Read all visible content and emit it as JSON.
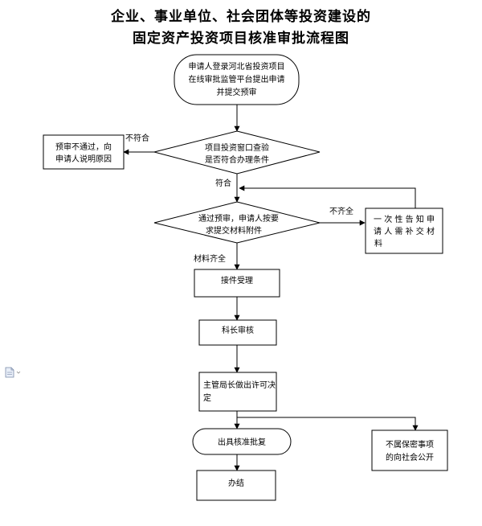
{
  "title": {
    "line1": "企业、事业单位、社会团体等投资建设的",
    "line2": "固定资产投资项目核准审批流程图"
  },
  "nodes": {
    "start": [
      "申请人登录河北省投资项目",
      "在线审批监管平台提出申请",
      "并提交预审"
    ],
    "check_window": [
      "项目投资窗口查验",
      "是否符合办理条件"
    ],
    "reject": [
      "预审不通过，向",
      "申请人说明原因"
    ],
    "pass_materials": [
      "通过预审，申请人按要",
      "求提交材料附件"
    ],
    "supplement": [
      "一 次 性 告 知 申",
      "请 人 需 补 交 材",
      "料"
    ],
    "accept": [
      "接件受理"
    ],
    "section_review": [
      "科长审核"
    ],
    "director_decision": [
      "主管局长做出许可决",
      "定"
    ],
    "approval": [
      "出具核准批复"
    ],
    "public": [
      "不属保密事项",
      "的向社会公开"
    ],
    "done": [
      "办结"
    ]
  },
  "edge_labels": {
    "not_match": "不符合",
    "match": "符合",
    "incomplete": "不齐全",
    "complete": "材料齐全"
  },
  "icons": {
    "document": "document-icon"
  }
}
